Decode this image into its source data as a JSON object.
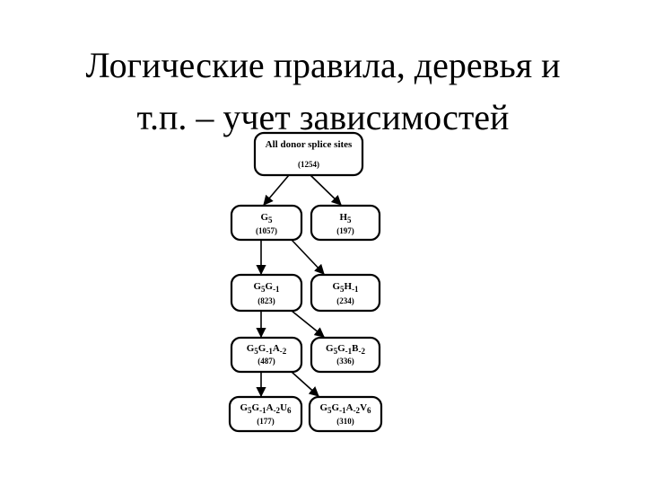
{
  "title": {
    "line1": "Логические правила, деревья и",
    "line2": "т.п. – учет зависимостей"
  },
  "tree": {
    "root": {
      "label": "All donor splice sites",
      "count": "(1254)"
    },
    "g5": {
      "label": [
        {
          "t": "G"
        },
        {
          "t": "5",
          "sub": true
        }
      ],
      "count": "(1057)"
    },
    "h5": {
      "label": [
        {
          "t": "H"
        },
        {
          "t": "5",
          "sub": true
        }
      ],
      "count": "(197)"
    },
    "g5g1": {
      "label": [
        {
          "t": "G"
        },
        {
          "t": "5",
          "sub": true
        },
        {
          "t": "G"
        },
        {
          "t": "-1",
          "sub": true
        }
      ],
      "count": "(823)"
    },
    "g5h1": {
      "label": [
        {
          "t": "G"
        },
        {
          "t": "5",
          "sub": true
        },
        {
          "t": "H"
        },
        {
          "t": "-1",
          "sub": true
        }
      ],
      "count": "(234)"
    },
    "g5g1a2": {
      "label": [
        {
          "t": "G"
        },
        {
          "t": "5",
          "sub": true
        },
        {
          "t": "G"
        },
        {
          "t": "-1",
          "sub": true
        },
        {
          "t": "A"
        },
        {
          "t": "-2",
          "sub": true
        }
      ],
      "count": "(487)"
    },
    "g5g1b2": {
      "label": [
        {
          "t": "G"
        },
        {
          "t": "5",
          "sub": true
        },
        {
          "t": "G"
        },
        {
          "t": "-1",
          "sub": true
        },
        {
          "t": "B"
        },
        {
          "t": "-2",
          "sub": true
        }
      ],
      "count": "(336)"
    },
    "g5g1a2u6": {
      "label": [
        {
          "t": "G"
        },
        {
          "t": "5",
          "sub": true
        },
        {
          "t": "G"
        },
        {
          "t": "-1",
          "sub": true
        },
        {
          "t": "A"
        },
        {
          "t": "-2",
          "sub": true
        },
        {
          "t": "U"
        },
        {
          "t": "6",
          "sub": true
        }
      ],
      "count": "(177)"
    },
    "g5g1a2v6": {
      "label": [
        {
          "t": "G"
        },
        {
          "t": "5",
          "sub": true
        },
        {
          "t": "G"
        },
        {
          "t": "-1",
          "sub": true
        },
        {
          "t": "A"
        },
        {
          "t": "-2",
          "sub": true
        },
        {
          "t": "V"
        },
        {
          "t": "6",
          "sub": true
        }
      ],
      "count": "(310)"
    }
  },
  "colors": {
    "line": "#000000",
    "background": "#ffffff"
  }
}
